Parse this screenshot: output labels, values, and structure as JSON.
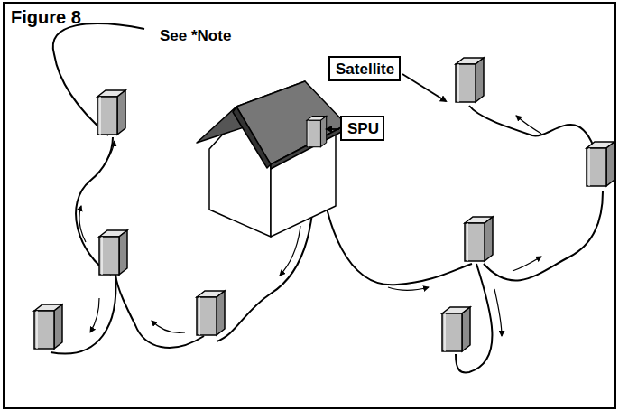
{
  "diagram": {
    "title": "Figure 8",
    "nodes": [
      {
        "text": [
          "Satellite"
        ]
      },
      {
        "text": [
          "SPU"
        ]
      }
    ],
    "labels": [
      "See *Note"
    ]
  }
}
